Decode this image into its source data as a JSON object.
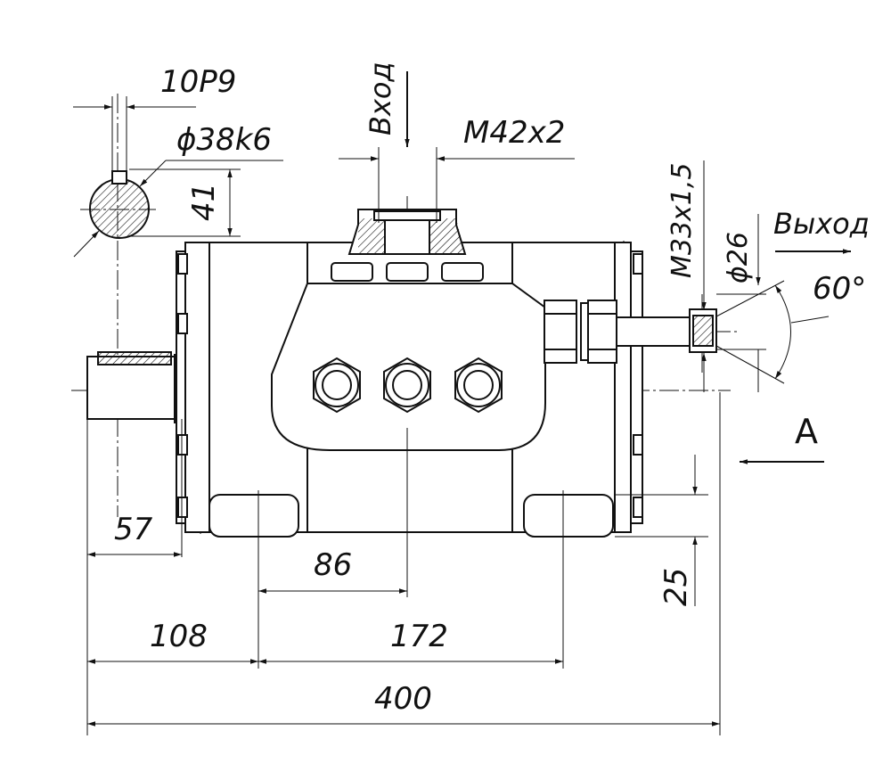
{
  "drawing": {
    "colors": {
      "ink": "#111111",
      "background": "#ffffff",
      "hatch": "#111111"
    },
    "labels": {
      "keyway": "10P9",
      "shaft_diameter": "ϕ38k6",
      "shaft_height": "41",
      "inlet": "Вход",
      "inlet_thread": "M42x2",
      "outlet_thread": "M33x1,5",
      "outlet_diameter": "ϕ26",
      "outlet": "Выход",
      "cone_angle": "60°",
      "view": "A"
    },
    "dimensions": {
      "d57": "57",
      "d86": "86",
      "d25": "25",
      "d108": "108",
      "d172": "172",
      "d400": "400"
    }
  }
}
